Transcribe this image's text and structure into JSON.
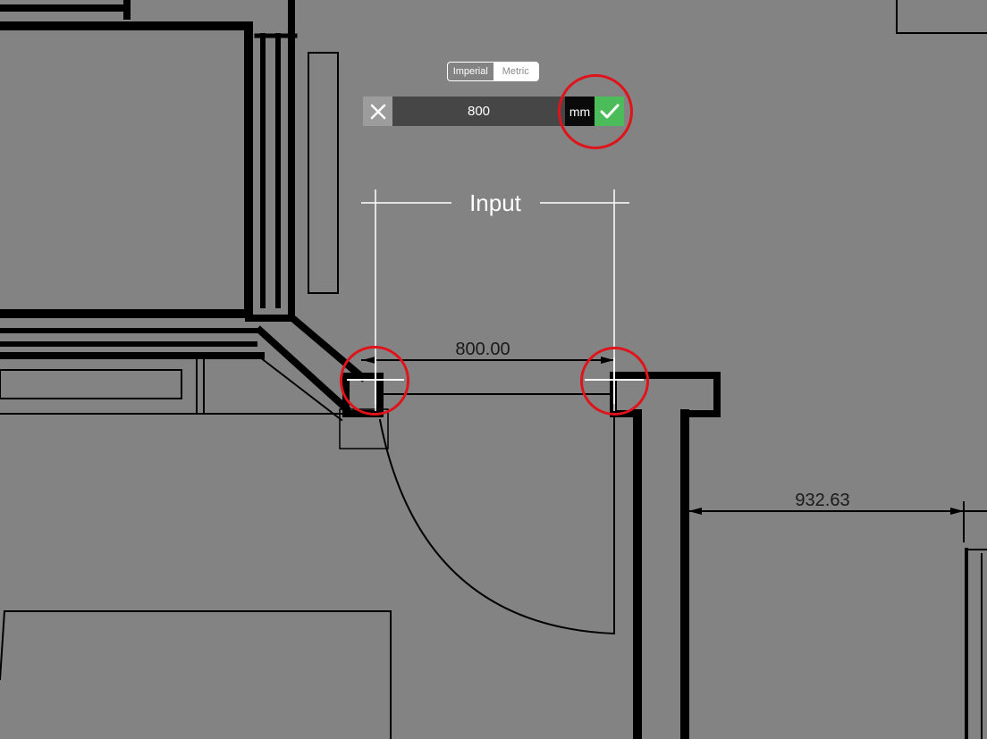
{
  "unit_toggle": {
    "options": [
      "Imperial",
      "Metric"
    ],
    "selected": "Imperial"
  },
  "input_bar": {
    "value": "800",
    "unit": "mm",
    "cancel_icon": "close-icon",
    "confirm_icon": "checkmark-icon"
  },
  "input_caption": "Input",
  "dimensions": {
    "door_width": "800.00",
    "room_width": "932.63"
  },
  "colors": {
    "background": "#838383",
    "highlight": "#e0121a",
    "confirm": "#4cbb5a",
    "field": "#464646"
  }
}
